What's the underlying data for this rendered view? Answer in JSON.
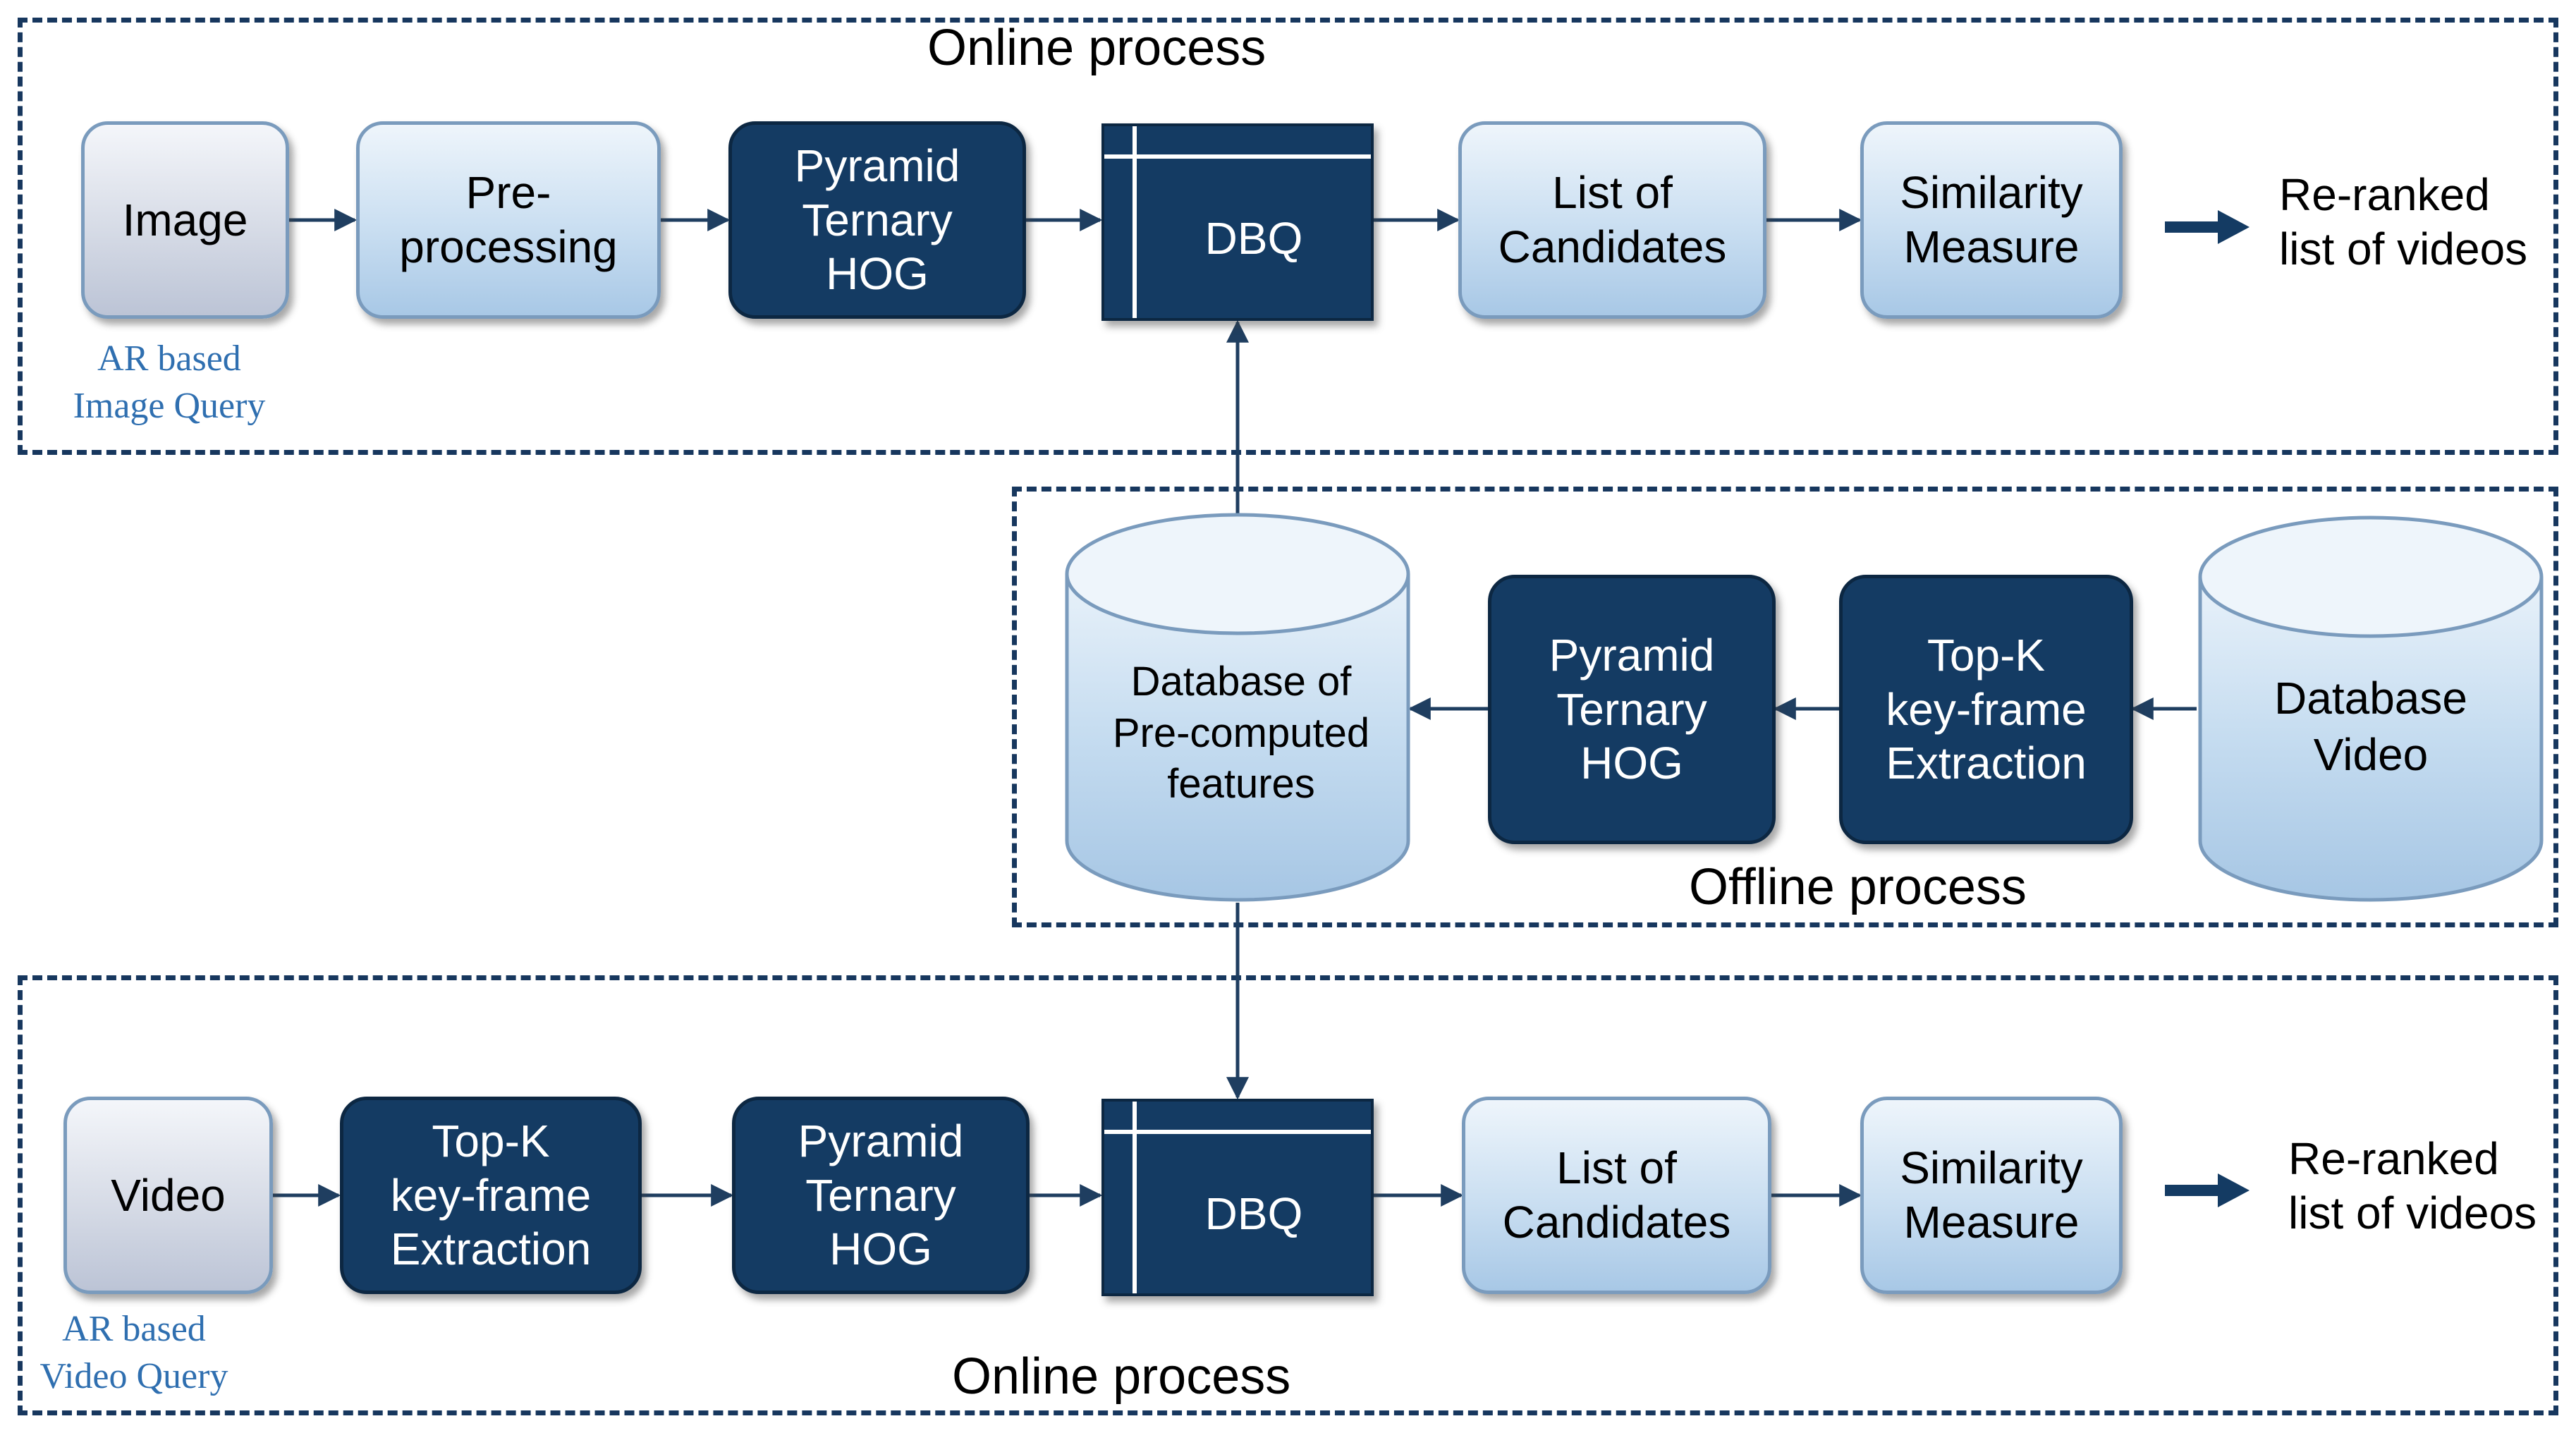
{
  "online_top": {
    "title": "Online process",
    "query_note": "AR based\nImage Query",
    "steps": [
      "Image",
      "Pre-\nprocessing",
      "Pyramid\nTernary\nHOG",
      "DBQ",
      "List of\nCandidates",
      "Similarity\nMeasure"
    ],
    "output": "Re-ranked\nlist of videos"
  },
  "offline": {
    "title": "Offline process",
    "features_db": "Database of\nPre-computed\nfeatures",
    "steps": [
      "Pyramid\nTernary\nHOG",
      "Top-K\nkey-frame\nExtraction"
    ],
    "video_db": "Database\nVideo"
  },
  "online_bottom": {
    "title": "Online process",
    "query_note": "AR based\nVideo Query",
    "steps": [
      "Video",
      "Top-K\nkey-frame\nExtraction",
      "Pyramid\nTernary\nHOG",
      "DBQ",
      "List of\nCandidates",
      "Similarity\nMeasure"
    ],
    "output": "Re-ranked\nlist of videos"
  },
  "colors": {
    "dark_box": "#143b63",
    "border_dashed": "#17375e",
    "arrow": "#1f3e60",
    "note_text": "#2f6fb0",
    "light_box": "#c9def1"
  }
}
